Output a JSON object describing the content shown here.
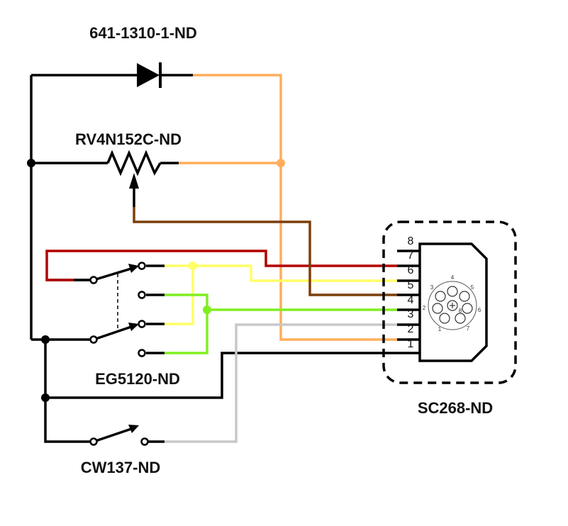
{
  "labels": {
    "diode": "641-1310-1-ND",
    "potentiometer": "RV4N152C-ND",
    "switch_dpdt": "EG5120-ND",
    "connector": "SC268-ND",
    "switch_spst": "CW137-ND"
  },
  "connector": {
    "pins": [
      "8",
      "7",
      "6",
      "5",
      "4",
      "3",
      "2",
      "1"
    ],
    "face_pins": [
      "4",
      "3",
      "5",
      "2",
      "6",
      "1",
      "7",
      "8"
    ]
  },
  "colors": {
    "black": "#000000",
    "orange": "#ffad5a",
    "red": "#b30000",
    "yellow": "#ffff66",
    "brown": "#7a3f0a",
    "green": "#80ee22",
    "gray": "#c8c8c8"
  }
}
